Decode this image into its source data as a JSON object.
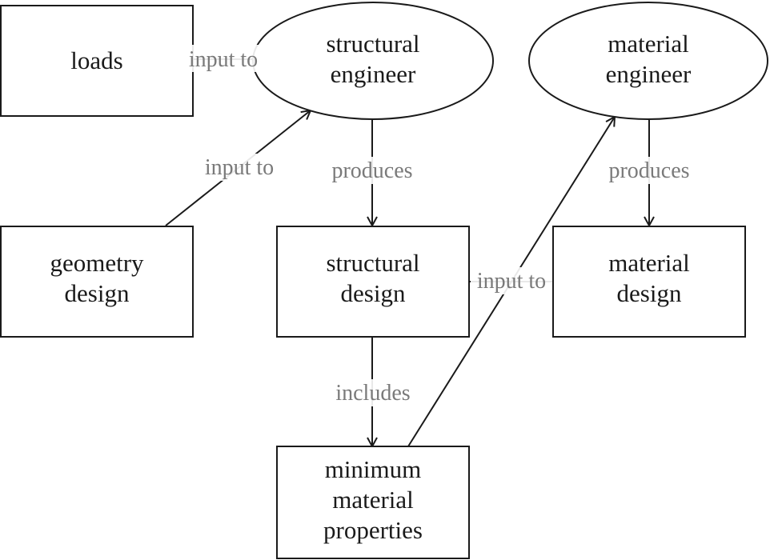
{
  "colors": {
    "stroke": "#1a1a1a",
    "edge_label": "#7a7a7a",
    "background": "#ffffff"
  },
  "nodes": {
    "loads": [
      "loads"
    ],
    "structural_engineer": [
      "structural",
      "engineer"
    ],
    "material_engineer": [
      "material",
      "engineer"
    ],
    "geometry_design": [
      "geometry",
      "design"
    ],
    "structural_design": [
      "structural",
      "design"
    ],
    "material_design": [
      "material",
      "design"
    ],
    "minimum_material_properties": [
      "minimum",
      "material",
      "properties"
    ]
  },
  "edges": [
    {
      "from": "loads",
      "to": "structural_engineer",
      "label": "input to"
    },
    {
      "from": "geometry_design",
      "to": "structural_engineer",
      "label": "input to"
    },
    {
      "from": "structural_engineer",
      "to": "structural_design",
      "label": "produces"
    },
    {
      "from": "material_engineer",
      "to": "material_design",
      "label": "produces"
    },
    {
      "from": "structural_design",
      "to": "material_design",
      "label": "input to"
    },
    {
      "from": "structural_design",
      "to": "minimum_material_properties",
      "label": "includes"
    },
    {
      "from": "minimum_material_properties",
      "to": "material_engineer",
      "label": "input to"
    }
  ]
}
